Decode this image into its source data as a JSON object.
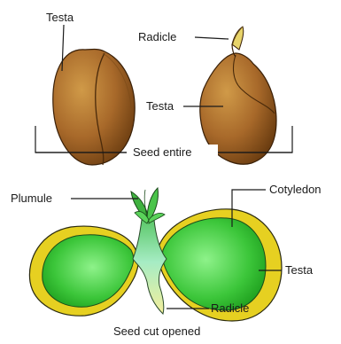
{
  "labels": {
    "seed_entire": {
      "testa_left": "Testa",
      "radicle": "Radicle",
      "testa_right": "Testa",
      "caption": "Seed entire"
    },
    "seed_cut": {
      "plumule": "Plumule",
      "cotyledon": "Cotyledon",
      "testa": "Testa",
      "radicle": "Radicle",
      "caption": "Seed cut opened"
    }
  },
  "colors": {
    "seed_brown_light": "#c08a3a",
    "seed_brown_dark": "#6a3c10",
    "cotyledon_green_light": "#7de07a",
    "cotyledon_green_dark": "#1a9a1a",
    "testa_yellow": "#e6d021",
    "embryo_axis": "#9be8b8",
    "radicle_tip": "#f2ec9a",
    "plumule_green": "#3fb23f",
    "line": "#1a1a1a"
  }
}
